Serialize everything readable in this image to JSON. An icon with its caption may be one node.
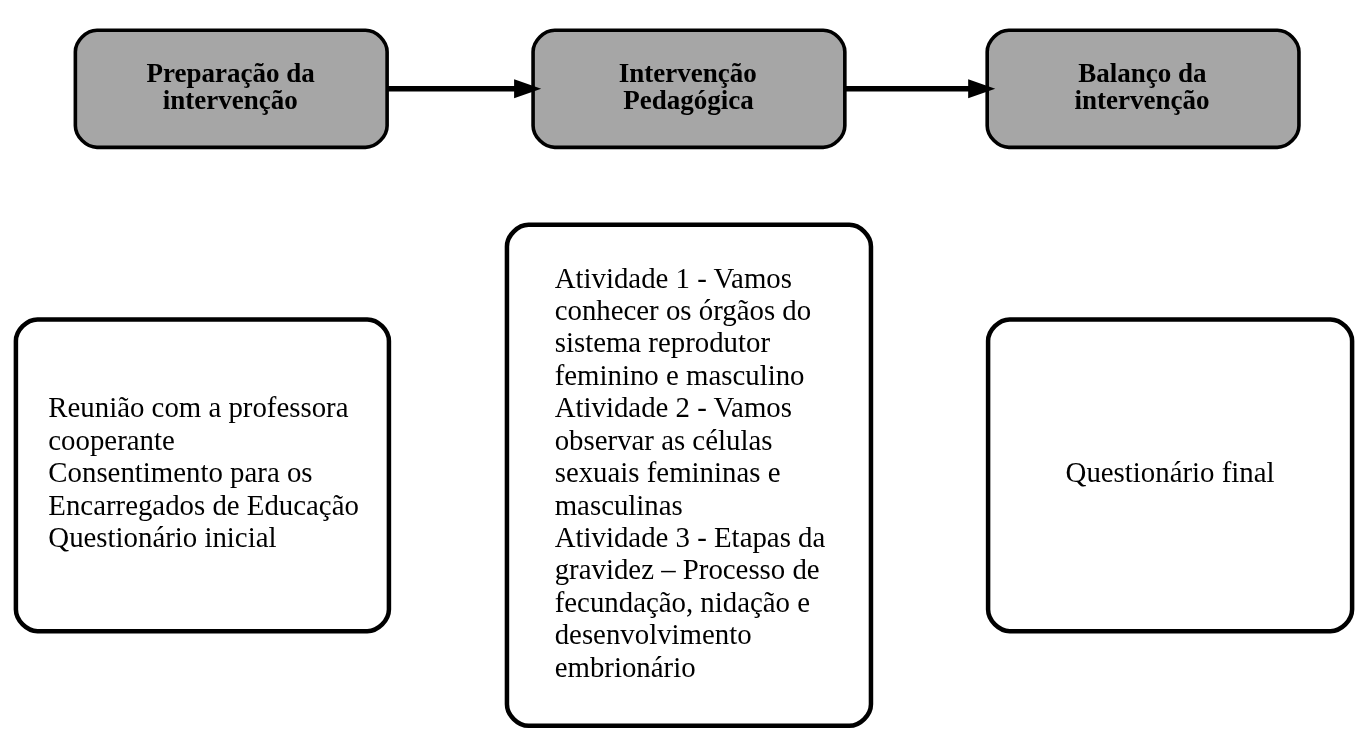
{
  "diagram": {
    "nodes": [
      {
        "text": [
          "Preparação da intervenção"
        ]
      },
      {
        "text": [
          "Intervenção Pedagógica"
        ]
      },
      {
        "text": [
          "Balanço da intervenção"
        ]
      },
      {
        "text": [
          "Reunião com a professora cooperante",
          "Consentimento para os Encarregados de Educação",
          "Questionário inicial"
        ]
      },
      {
        "text": [
          "Atividade 1 - Vamos conhecer os órgãos do sistema reprodutor feminino e masculino",
          "Atividade 2 - Vamos observar as células sexuais femininas e masculinas",
          "Atividade 3 - Etapas da gravidez – Processo de fecundação, nidação e desenvolvimento embrionário"
        ]
      },
      {
        "text": [
          "Questionário final"
        ]
      }
    ],
    "edges": [
      {
        "from": 0,
        "to": 1,
        "arrow": "to"
      },
      {
        "from": 1,
        "to": 2,
        "arrow": "to"
      }
    ]
  }
}
